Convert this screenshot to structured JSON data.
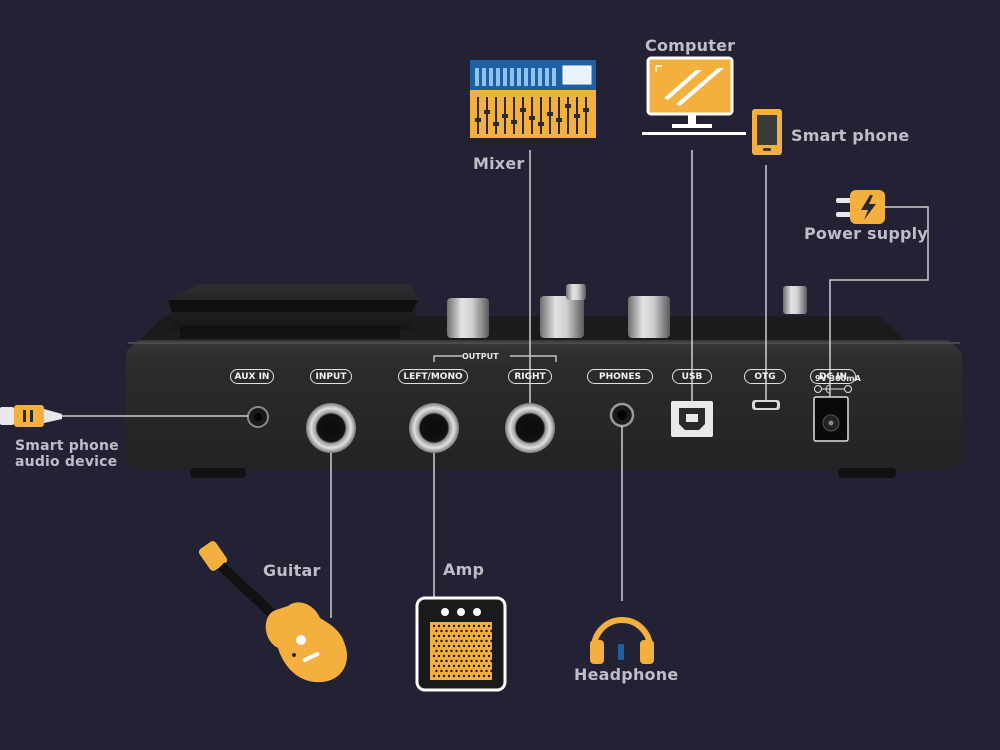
{
  "devices": {
    "mixer": "Mixer",
    "computer": "Computer",
    "smart_phone": "Smart phone",
    "power_supply": "Power supply",
    "smart_phone_audio": [
      "Smart phone",
      "audio device"
    ],
    "guitar": "Guitar",
    "amp": "Amp",
    "headphone": "Headphone"
  },
  "ports": {
    "aux_in": "AUX IN",
    "input": "INPUT",
    "output_group": "OUTPUT",
    "left_mono": "LEFT/MONO",
    "right": "RIGHT",
    "phones": "PHONES",
    "usb": "USB",
    "otg": "OTG",
    "dc_in": "DC IN",
    "dc_spec": "9V 300mA"
  },
  "colors": {
    "background": "#232235",
    "accent": "#f4b03e",
    "panel": "#2a2a2c",
    "connector_line": "#cfcfcf",
    "label": "#bdbec6"
  },
  "icons": [
    "mixer-icon",
    "computer-icon",
    "smartphone-icon",
    "power-plug-icon",
    "aux-cable-icon",
    "guitar-icon",
    "amp-icon",
    "headphone-icon"
  ]
}
